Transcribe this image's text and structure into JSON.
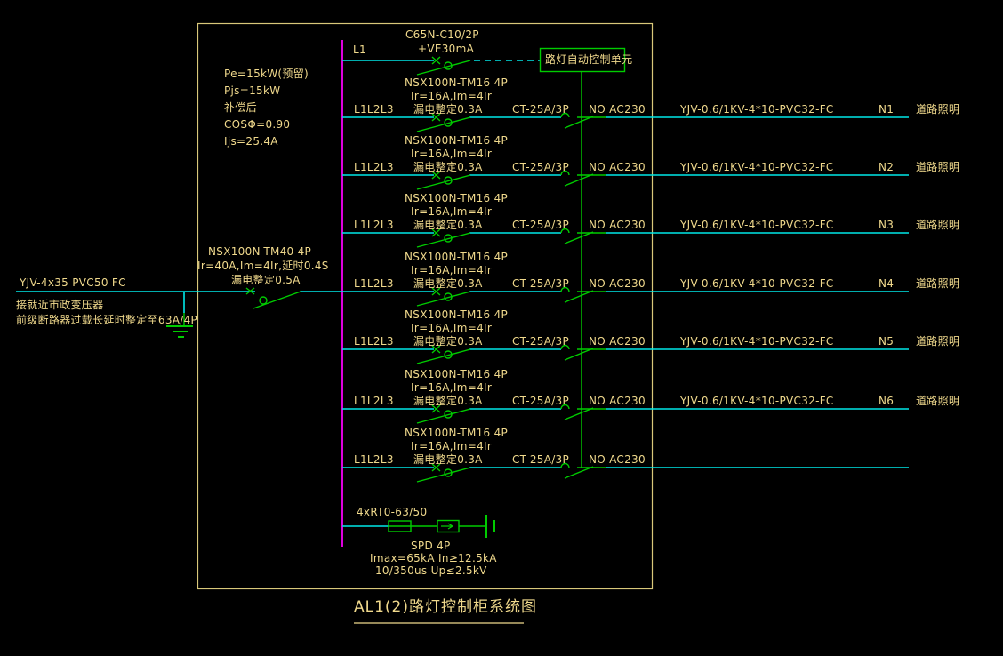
{
  "title": "AL1(2)路灯控制柜系统图",
  "colors": {
    "background": "#000000",
    "text": "#f0d98c",
    "cabinet_border": "#d9c87a",
    "wire_cyan": "#00e8e8",
    "symbol_green": "#00cc00",
    "bus_magenta": "#dd00dd"
  },
  "left_info": {
    "line1": "Pe=15kW(预留)",
    "line2": "Pjs=15kW",
    "line3": "补偿后",
    "line4": "COSΦ=0.90",
    "line5": "Ijs=25.4A"
  },
  "incoming": {
    "cable": "YJV-4x35 PVC50 FC",
    "note1": "接就近市政变压器",
    "note2": "前级断路器过载长延时整定至63A/4P",
    "main_breaker_model": "NSX100N-TM40 4P",
    "main_breaker_settings": "Ir=40A,Im=4Ir,延时0.4S",
    "main_breaker_leakage": "漏电整定0.5A"
  },
  "control_circuit": {
    "phase": "L1",
    "breaker_line1": "C65N-C10/2P",
    "breaker_line2": "+VE30mA",
    "unit_label": "路灯自动控制单元"
  },
  "feeders": [
    {
      "phase": "L1L2L3",
      "breaker": "NSX100N-TM16 4P",
      "settings": "Ir=16A,Im=4Ir",
      "leakage": "漏电整定0.3A",
      "contactor": "CT-25A/3P",
      "coil": "NO AC230",
      "cable": "YJV-0.6/1KV-4*10-PVC32-FC",
      "circuit": "N1",
      "load": "道路照明"
    },
    {
      "phase": "L1L2L3",
      "breaker": "NSX100N-TM16 4P",
      "settings": "Ir=16A,Im=4Ir",
      "leakage": "漏电整定0.3A",
      "contactor": "CT-25A/3P",
      "coil": "NO AC230",
      "cable": "YJV-0.6/1KV-4*10-PVC32-FC",
      "circuit": "N2",
      "load": "道路照明"
    },
    {
      "phase": "L1L2L3",
      "breaker": "NSX100N-TM16 4P",
      "settings": "Ir=16A,Im=4Ir",
      "leakage": "漏电整定0.3A",
      "contactor": "CT-25A/3P",
      "coil": "NO AC230",
      "cable": "YJV-0.6/1KV-4*10-PVC32-FC",
      "circuit": "N3",
      "load": "道路照明"
    },
    {
      "phase": "L1L2L3",
      "breaker": "NSX100N-TM16 4P",
      "settings": "Ir=16A,Im=4Ir",
      "leakage": "漏电整定0.3A",
      "contactor": "CT-25A/3P",
      "coil": "NO AC230",
      "cable": "YJV-0.6/1KV-4*10-PVC32-FC",
      "circuit": "N4",
      "load": "道路照明"
    },
    {
      "phase": "L1L2L3",
      "breaker": "NSX100N-TM16 4P",
      "settings": "Ir=16A,Im=4Ir",
      "leakage": "漏电整定0.3A",
      "contactor": "CT-25A/3P",
      "coil": "NO AC230",
      "cable": "YJV-0.6/1KV-4*10-PVC32-FC",
      "circuit": "N5",
      "load": "道路照明"
    },
    {
      "phase": "L1L2L3",
      "breaker": "NSX100N-TM16 4P",
      "settings": "Ir=16A,Im=4Ir",
      "leakage": "漏电整定0.3A",
      "contactor": "CT-25A/3P",
      "coil": "NO AC230",
      "cable": "YJV-0.6/1KV-4*10-PVC32-FC",
      "circuit": "N6",
      "load": "道路照明"
    },
    {
      "phase": "L1L2L3",
      "breaker": "NSX100N-TM16 4P",
      "settings": "Ir=16A,Im=4Ir",
      "leakage": "漏电整定0.3A",
      "contactor": "CT-25A/3P",
      "coil": "NO AC230",
      "cable": "",
      "circuit": "",
      "load": ""
    }
  ],
  "spd": {
    "fuse_label": "4xRT0-63/50",
    "label": "SPD 4P",
    "spec1": "Imax=65kA In≥12.5kA",
    "spec2": "10/350us Up≤2.5kV"
  }
}
